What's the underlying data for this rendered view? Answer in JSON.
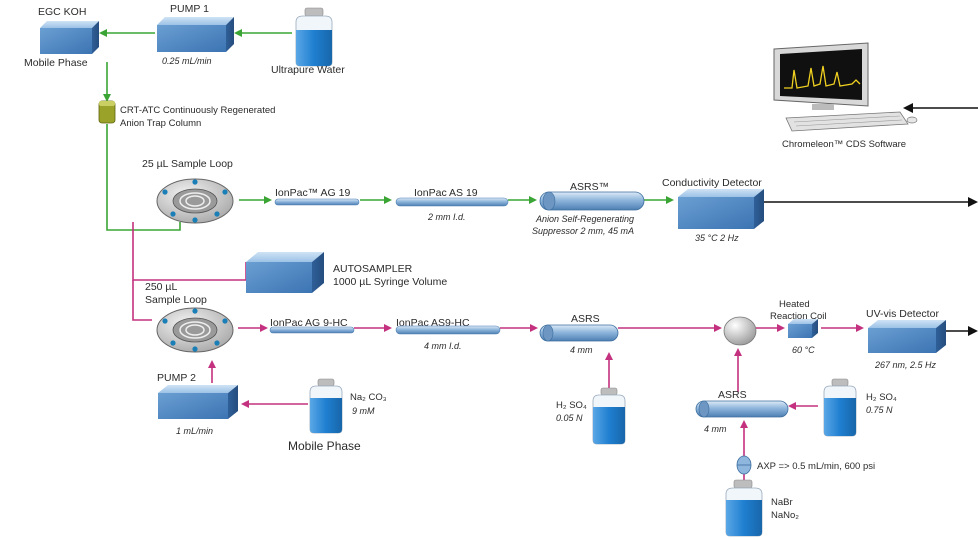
{
  "labels": {
    "egc": "EGC KOH",
    "mobile_phase_1": "Mobile Phase",
    "pump1": "PUMP 1",
    "pump1_flow": "0.25 mL/min",
    "water": "Ultrapure  Water",
    "crt_1": "CRT-ATC Continuously Regenerated",
    "crt_2": "Anion Trap Column",
    "loop1": "25 µL Sample Loop",
    "ag19": "IonPac™ AG 19",
    "as19": "IonPac AS 19",
    "as19_id": "2 mm I.d.",
    "asrs_tm": "ASRS™",
    "asrs_desc_1": "Anion Self-Regenerating",
    "asrs_desc_2": "Suppressor 2 mm, 45 mA",
    "cond": "Conductivity Detector",
    "cond_settings": "35 °C  2 Hz",
    "software": "Chromeleon™ CDS Software",
    "autosampler_1": "AUTOSAMPLER",
    "autosampler_2": "1000 µL Syringe Volume",
    "loop2_1": "250 µL",
    "loop2_2": "Sample Loop",
    "ag9": "IonPac AG 9-HC",
    "as9": "IonPac AS9-HC",
    "as9_id": "4 mm I.d.",
    "asrs2": "ASRS",
    "asrs2_size": "4 mm",
    "heated_1": "Heated",
    "heated_2": "Reaction Coil",
    "heated_temp": "60 °C",
    "uv": "UV-vis Detector",
    "uv_settings": "267 nm, 2.5 Hz",
    "pump2": "PUMP 2",
    "pump2_flow": "1 mL/min",
    "na2co3": "Na₂ CO₃",
    "na2co3_conc": "9 mM",
    "mobile_phase_2": "Mobile Phase",
    "h2so4_a": "H₂ SO₄",
    "h2so4_a_conc": "0.05 N",
    "asrs3": "ASRS",
    "asrs3_size": "4 mm",
    "h2so4_b": "H₂ SO₄",
    "h2so4_b_conc": "0.75 N",
    "axp": "AXP => 0.5 mL/min, 600 psi",
    "nabr": "NaBr",
    "nano2": "NaNo₂"
  },
  "colors": {
    "green_line": "#3aa535",
    "magenta_line": "#c4317f",
    "black_line": "#111111",
    "box_blue": "#5a90c8",
    "bottle_blue": "#2f86cf",
    "column_blue": "#8fb6dc"
  },
  "icons": [
    "flow-arrow-icon",
    "valve-icon",
    "bottle-icon",
    "computer-icon"
  ]
}
